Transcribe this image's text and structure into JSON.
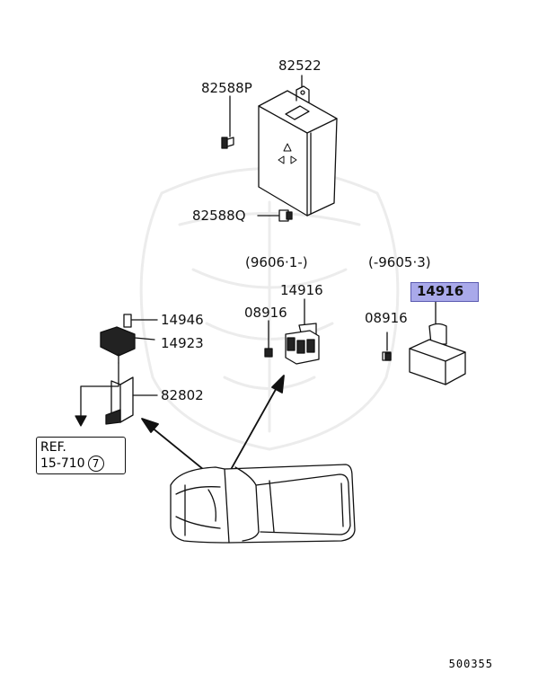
{
  "parts": {
    "ecu": "82522",
    "screw_p": "82588P",
    "screw_q": "82588Q",
    "spec_left": "(9606·1-)",
    "spec_right": "(-9605·3)",
    "relay_a": "14916",
    "relay_b": "14916",
    "bolt_a": "08916",
    "bolt_b": "08916",
    "sensor_bolt": "14946",
    "sensor": "14923",
    "bracket": "82802"
  },
  "reference": {
    "line1": "REF.",
    "line2": "15-710",
    "circled": "7"
  },
  "diagram_code": "500355",
  "colors": {
    "highlight": "#a9a9ea",
    "line": "#111111"
  }
}
